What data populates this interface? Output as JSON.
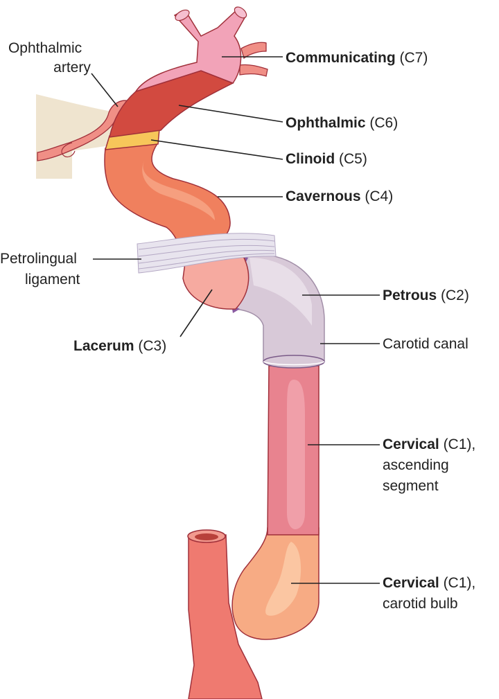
{
  "labels": {
    "ophthalmic_artery": [
      "Ophthalmic",
      "artery"
    ],
    "communicating": {
      "bold": "Communicating",
      "normal": " (C7)"
    },
    "ophthalmic": {
      "bold": "Ophthalmic",
      "normal": " (C6)"
    },
    "clinoid": {
      "bold": "Clinoid",
      "normal": " (C5)"
    },
    "cavernous": {
      "bold": "Cavernous",
      "normal": " (C4)"
    },
    "petrolingual": [
      "Petrolingual",
      "ligament"
    ],
    "petrous": {
      "bold": "Petrous",
      "normal": " (C2)"
    },
    "carotid_canal": "Carotid canal",
    "lacerum": {
      "bold": "Lacerum",
      "normal": " (C3)"
    },
    "cervical_ascending": {
      "bold": "Cervical",
      "normal": " (C1),",
      "line2": "ascending",
      "line3": "segment"
    },
    "cervical_bulb": {
      "bold": "Cervical",
      "normal": " (C1),",
      "line2": "carotid bulb"
    }
  },
  "colors": {
    "c7_communicating": "#f2a3b8",
    "c6_ophthalmic": "#d24a40",
    "c5_clinoid": "#f7c65a",
    "c4_cavernous": "#f0805e",
    "c3_lacerum": "#f6aaa0",
    "c2_petrous_canal": "#d8c9d8",
    "c1_ascending": "#e8838f",
    "c1_bulb": "#f7ab84",
    "external_carotid": "#ef7a70",
    "outline": "#a0303a"
  }
}
